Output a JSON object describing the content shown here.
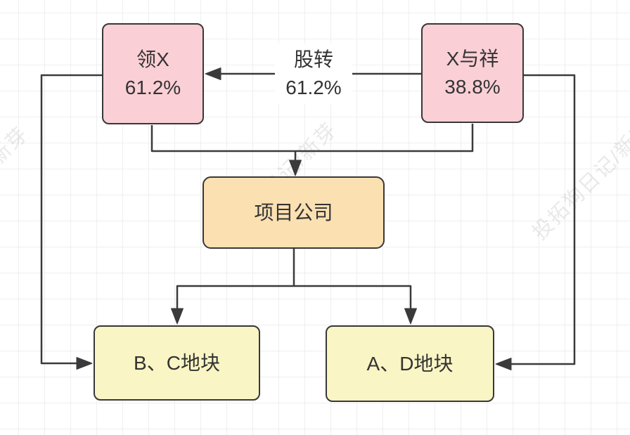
{
  "diagram": {
    "watermark": "投拓狗日记/新芽",
    "edge_label": {
      "line1": "股转",
      "line2": "61.2%"
    },
    "nodes": {
      "lingx": {
        "line1": "领X",
        "line2": "61.2%",
        "fill": "#FBCFD6"
      },
      "xyuxiang": {
        "line1": "X与祥",
        "line2": "38.8%",
        "fill": "#FBCFD6"
      },
      "project": {
        "label": "项目公司",
        "fill": "#FBE0B2"
      },
      "bc": {
        "label": "B、C地块",
        "fill": "#FAF5C4"
      },
      "ad": {
        "label": "A、D地块",
        "fill": "#FAF5C4"
      }
    },
    "colors": {
      "stroke": "#3A3A3A",
      "grid": "#EFEFEF",
      "background": "#FFFFFF"
    }
  }
}
